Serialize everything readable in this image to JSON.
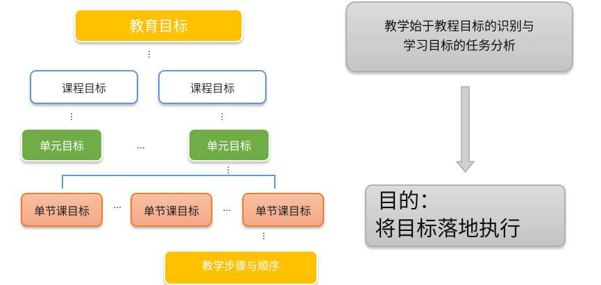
{
  "left_diagram": {
    "top": "教育目标",
    "course_goals": [
      "课程目标",
      "课程目标"
    ],
    "unit_goals": [
      "单元目标",
      "单元目标"
    ],
    "lesson_goals": [
      "单节课目标",
      "单节课目标",
      "单节课目标"
    ],
    "bottom": "教学步骤与顺序",
    "ellipsis": "…",
    "vdots": "⋮"
  },
  "right_diagram": {
    "top_text_line1": "教学始于教程目标的识别与",
    "top_text_line2": "学习目标的任务分析",
    "purpose_line1": "目的：",
    "purpose_line2": "将目标落地执行"
  }
}
